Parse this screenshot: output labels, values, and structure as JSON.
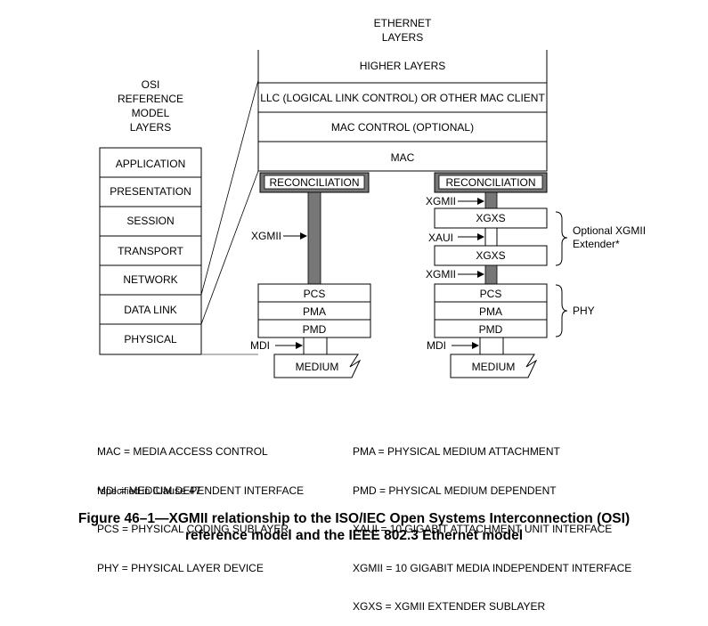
{
  "ethernet_header": [
    "ETHERNET",
    "LAYERS"
  ],
  "osi_header": [
    "OSI",
    "REFERENCE",
    "MODEL",
    "LAYERS"
  ],
  "osi_layers": [
    "APPLICATION",
    "PRESENTATION",
    "SESSION",
    "TRANSPORT",
    "NETWORK",
    "DATA LINK",
    "PHYSICAL"
  ],
  "eth_layers": {
    "higher": "HIGHER LAYERS",
    "llc": "LLC (LOGICAL LINK CONTROL) OR OTHER MAC CLIENT",
    "mac_control": "MAC CONTROL (OPTIONAL)",
    "mac": "MAC"
  },
  "left_stack": {
    "reconciliation": "RECONCILIATION",
    "xgmii": "XGMII",
    "pcs": "PCS",
    "pma": "PMA",
    "pmd": "PMD",
    "mdi": "MDI",
    "medium": "MEDIUM"
  },
  "right_stack": {
    "reconciliation": "RECONCILIATION",
    "xgmii_top": "XGMII",
    "xgxs_top": "XGXS",
    "xaui": "XAUI",
    "xgxs_bottom": "XGXS",
    "xgmii_bottom": "XGMII",
    "pcs": "PCS",
    "pma": "PMA",
    "pmd": "PMD",
    "mdi": "MDI",
    "medium": "MEDIUM",
    "extender_label": [
      "Optional XGMII",
      "Extender*"
    ],
    "phy_label": "PHY"
  },
  "legend_left": [
    "MAC = MEDIA ACCESS CONTROL",
    "MDI = MEDIUM DEPENDENT INTERFACE",
    "PCS = PHYSICAL CODING SUBLAYER",
    "PHY = PHYSICAL LAYER DEVICE"
  ],
  "legend_right": [
    "PMA = PHYSICAL MEDIUM ATTACHMENT",
    "PMD = PHYSICAL MEDIUM DEPENDENT",
    "XAUI = 10 GIGABIT ATTACHMENT UNIT INTERFACE",
    "XGMII = 10 GIGABIT MEDIA INDEPENDENT INTERFACE",
    "XGXS = XGMII EXTENDER SUBLAYER"
  ],
  "footnote": {
    "prefix": "*specified in ",
    "clause": "Clause 47"
  },
  "caption": [
    "Figure 46–1—XGMII relationship to the ISO/IEC Open Systems Interconnection (OSI)",
    "reference model and the IEEE 802.3 Ethernet model"
  ]
}
